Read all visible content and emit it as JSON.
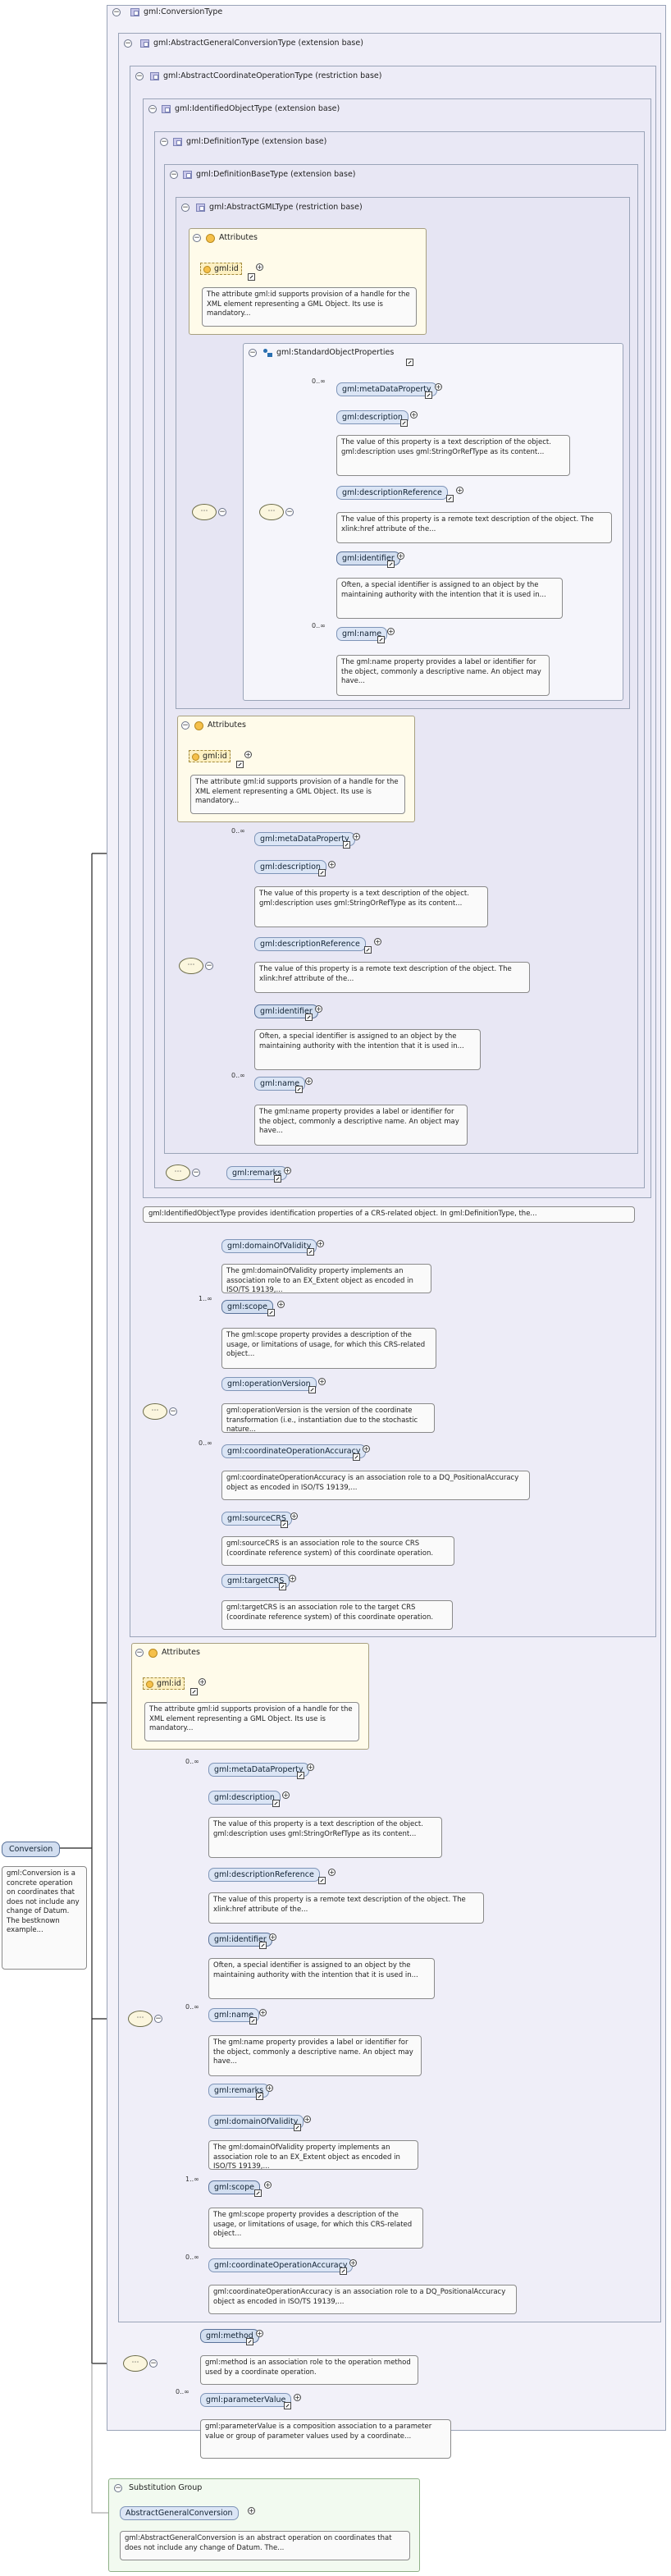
{
  "root": {
    "name": "Conversion",
    "doc": "gml:Conversion is a concrete operation on coordinates that does not include any change of Datum. The bestknown example..."
  },
  "frames": {
    "conversion_type": "gml:ConversionType",
    "abstract_general_conversion_type": "gml:AbstractGeneralConversionType (extension base)",
    "abstract_coordinate_operation_type": "gml:AbstractCoordinateOperationType (restriction base)",
    "identified_object_type": "gml:IdentifiedObjectType (extension base)",
    "definition_type": "gml:DefinitionType (extension base)",
    "definition_base_type": "gml:DefinitionBaseType (extension base)",
    "abstract_gml_type": "gml:AbstractGMLType (restriction base)",
    "standard_object_properties": "gml:StandardObjectProperties"
  },
  "attributes_label": "Attributes",
  "attr_id": {
    "name": "gml:id",
    "doc": "The attribute gml:id supports provision of a handle for the XML element representing a GML Object. Its use is mandatory..."
  },
  "cards": {
    "zero_inf": "0..∞",
    "one_inf": "1..∞"
  },
  "elements": {
    "metaDataProperty": {
      "name": "gml:metaDataProperty"
    },
    "description": {
      "name": "gml:description",
      "doc": "The value of this property is a text description of the object. gml:description uses gml:StringOrRefType as its content..."
    },
    "descriptionReference": {
      "name": "gml:descriptionReference",
      "doc": "The value of this property is a remote text description of the object. The xlink:href attribute of the..."
    },
    "identifier": {
      "name": "gml:identifier",
      "doc": "Often, a special identifier is assigned to an object by the maintaining authority with the intention that it is used in..."
    },
    "name": {
      "name": "gml:name",
      "doc": "The gml:name property provides a label or identifier for the object, commonly a descriptive name. An object may have..."
    },
    "remarks": {
      "name": "gml:remarks"
    },
    "domainOfValidity": {
      "name": "gml:domainOfValidity",
      "doc": "The gml:domainOfValidity property implements an association role to an EX_Extent object as encoded in ISO/TS 19139,..."
    },
    "scope": {
      "name": "gml:scope",
      "doc": "The gml:scope property provides a description of the usage, or limitations of usage, for which this CRS-related object..."
    },
    "operationVersion": {
      "name": "gml:operationVersion",
      "doc": "gml:operationVersion is the version of the coordinate transformation (i.e., instantiation due to the stochastic nature..."
    },
    "coordinateOperationAccuracy": {
      "name": "gml:coordinateOperationAccuracy",
      "doc": "gml:coordinateOperationAccuracy is an association role to a DQ_PositionalAccuracy object as encoded in ISO/TS 19139,..."
    },
    "sourceCRS": {
      "name": "gml:sourceCRS",
      "doc": "gml:sourceCRS is an association role to the source CRS (coordinate reference system) of this coordinate operation."
    },
    "targetCRS": {
      "name": "gml:targetCRS",
      "doc": "gml:targetCRS is an association role to the target CRS (coordinate reference system) of this coordinate operation."
    },
    "method": {
      "name": "gml:method",
      "doc": "gml:method is an association role to the operation method used by a coordinate operation."
    },
    "parameterValue": {
      "name": "gml:parameterValue",
      "doc": "gml:parameterValue is a composition association to a parameter value or group of parameter values used by a coordinate..."
    }
  },
  "identified_object_type_doc": "gml:IdentifiedObjectType provides identification properties of a CRS-related object. In gml:DefinitionType, the...",
  "substitution": {
    "label": "Substitution Group",
    "name": "AbstractGeneralConversion",
    "doc": "gml:AbstractGeneralConversion is an abstract operation on coordinates that does not include any change of Datum. The..."
  }
}
